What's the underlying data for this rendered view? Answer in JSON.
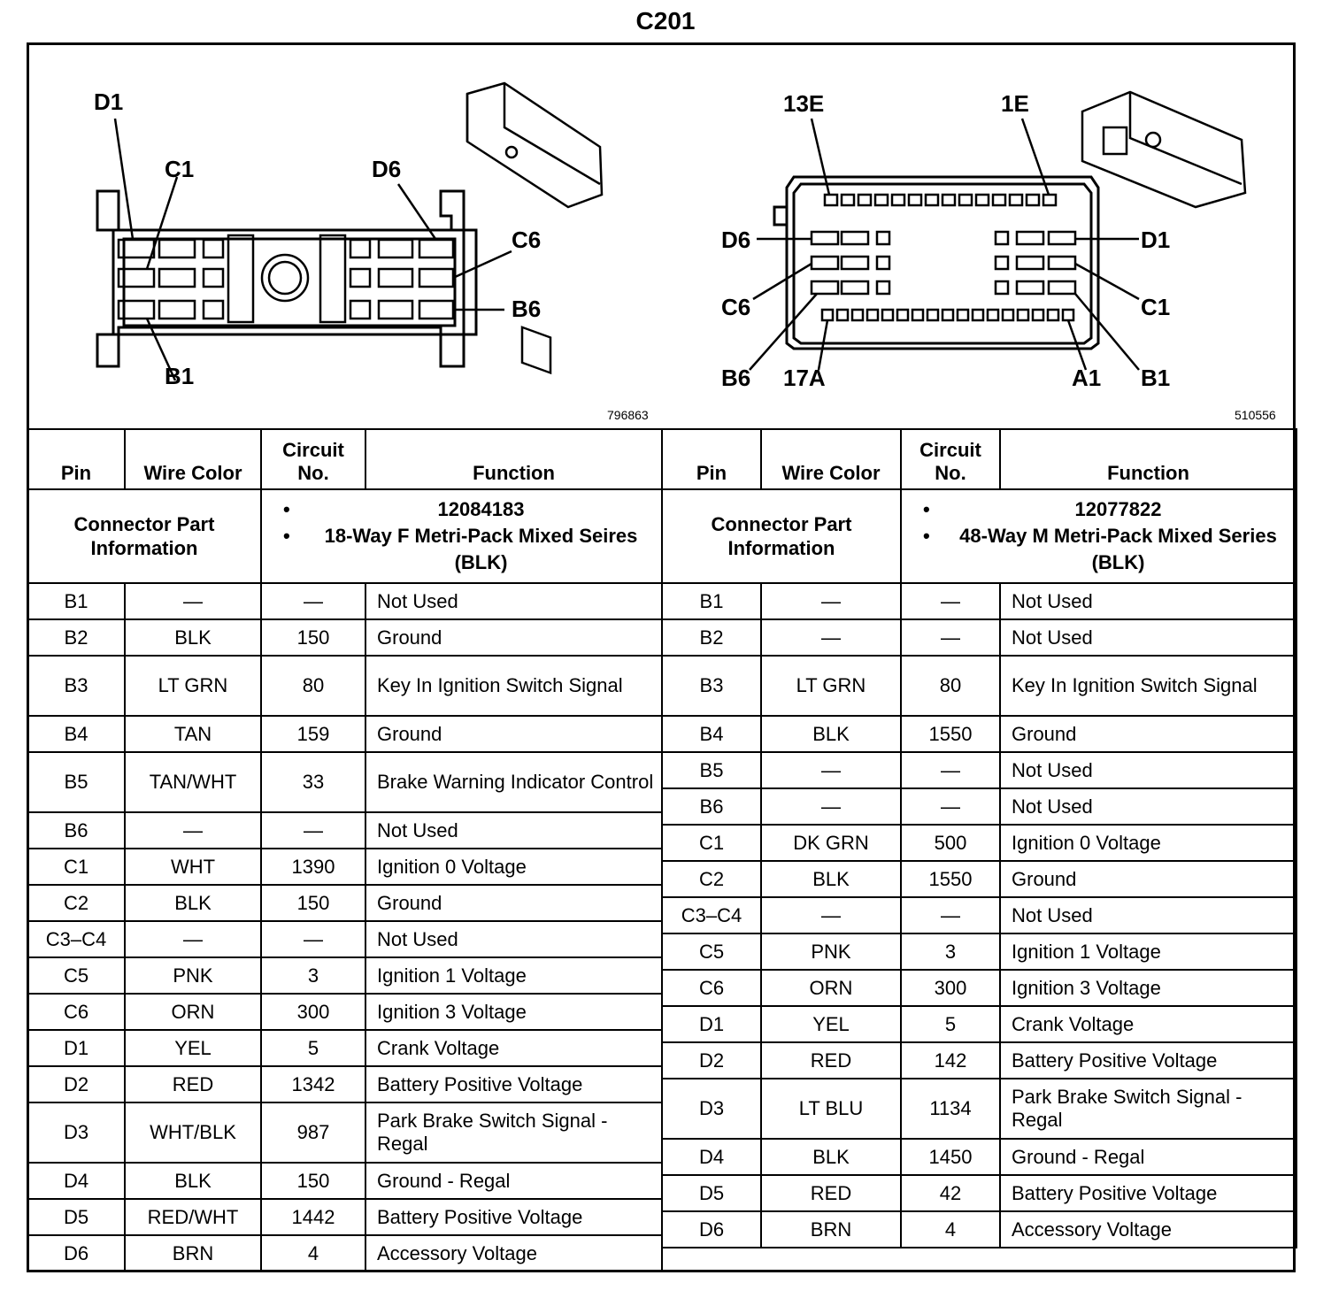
{
  "title": "C201",
  "left": {
    "figure_number": "796863",
    "labels": {
      "d1": "D1",
      "c1": "C1",
      "d6": "D6",
      "c6": "C6",
      "b6": "B6",
      "b1": "B1"
    },
    "connector_info_label": "Connector Part Information",
    "part_info": [
      "12084183",
      "18-Way F Metri-Pack Mixed Seires (BLK)"
    ],
    "headers": {
      "pin": "Pin",
      "wire_color": "Wire Color",
      "circuit_no": "Circuit No.",
      "function": "Function"
    },
    "rows": [
      {
        "pin": "B1",
        "wire": "—",
        "circuit": "—",
        "function": "Not Used"
      },
      {
        "pin": "B2",
        "wire": "BLK",
        "circuit": "150",
        "function": "Ground"
      },
      {
        "pin": "B3",
        "wire": "LT GRN",
        "circuit": "80",
        "function": "Key In Ignition Switch Signal"
      },
      {
        "pin": "B4",
        "wire": "TAN",
        "circuit": "159",
        "function": "Ground"
      },
      {
        "pin": "B5",
        "wire": "TAN/WHT",
        "circuit": "33",
        "function": "Brake Warning Indicator Control"
      },
      {
        "pin": "B6",
        "wire": "—",
        "circuit": "—",
        "function": "Not Used"
      },
      {
        "pin": "C1",
        "wire": "WHT",
        "circuit": "1390",
        "function": "Ignition 0 Voltage"
      },
      {
        "pin": "C2",
        "wire": "BLK",
        "circuit": "150",
        "function": "Ground"
      },
      {
        "pin": "C3–C4",
        "wire": "—",
        "circuit": "—",
        "function": "Not Used"
      },
      {
        "pin": "C5",
        "wire": "PNK",
        "circuit": "3",
        "function": "Ignition 1 Voltage"
      },
      {
        "pin": "C6",
        "wire": "ORN",
        "circuit": "300",
        "function": "Ignition 3 Voltage"
      },
      {
        "pin": "D1",
        "wire": "YEL",
        "circuit": "5",
        "function": "Crank Voltage"
      },
      {
        "pin": "D2",
        "wire": "RED",
        "circuit": "1342",
        "function": "Battery Positive Voltage"
      },
      {
        "pin": "D3",
        "wire": "WHT/BLK",
        "circuit": "987",
        "function": "Park Brake Switch Signal - Regal"
      },
      {
        "pin": "D4",
        "wire": "BLK",
        "circuit": "150",
        "function": "Ground - Regal"
      },
      {
        "pin": "D5",
        "wire": "RED/WHT",
        "circuit": "1442",
        "function": "Battery Positive Voltage"
      },
      {
        "pin": "D6",
        "wire": "BRN",
        "circuit": "4",
        "function": "Accessory Voltage"
      }
    ]
  },
  "right": {
    "figure_number": "510556",
    "labels": {
      "e13": "13E",
      "e1": "1E",
      "d6": "D6",
      "d1": "D1",
      "c6": "C6",
      "c1": "C1",
      "b6": "B6",
      "a17": "17A",
      "a1": "A1",
      "b1": "B1"
    },
    "connector_info_label": "Connector Part Information",
    "part_info": [
      "12077822",
      "48-Way M Metri-Pack Mixed Series (BLK)"
    ],
    "headers": {
      "pin": "Pin",
      "wire_color": "Wire Color",
      "circuit_no": "Circuit No.",
      "function": "Function"
    },
    "rows": [
      {
        "pin": "B1",
        "wire": "—",
        "circuit": "—",
        "function": "Not Used"
      },
      {
        "pin": "B2",
        "wire": "—",
        "circuit": "—",
        "function": "Not Used"
      },
      {
        "pin": "B3",
        "wire": "LT GRN",
        "circuit": "80",
        "function": "Key In Ignition Switch Signal"
      },
      {
        "pin": "B4",
        "wire": "BLK",
        "circuit": "1550",
        "function": "Ground"
      },
      {
        "pin": "B5",
        "wire": "—",
        "circuit": "—",
        "function": "Not Used"
      },
      {
        "pin": "B6",
        "wire": "—",
        "circuit": "—",
        "function": "Not Used"
      },
      {
        "pin": "C1",
        "wire": "DK GRN",
        "circuit": "500",
        "function": "Ignition 0 Voltage"
      },
      {
        "pin": "C2",
        "wire": "BLK",
        "circuit": "1550",
        "function": "Ground"
      },
      {
        "pin": "C3–C4",
        "wire": "—",
        "circuit": "—",
        "function": "Not Used"
      },
      {
        "pin": "C5",
        "wire": "PNK",
        "circuit": "3",
        "function": "Ignition 1 Voltage"
      },
      {
        "pin": "C6",
        "wire": "ORN",
        "circuit": "300",
        "function": "Ignition 3 Voltage"
      },
      {
        "pin": "D1",
        "wire": "YEL",
        "circuit": "5",
        "function": "Crank Voltage"
      },
      {
        "pin": "D2",
        "wire": "RED",
        "circuit": "142",
        "function": "Battery Positive Voltage"
      },
      {
        "pin": "D3",
        "wire": "LT BLU",
        "circuit": "1134",
        "function": "Park Brake Switch Signal - Regal"
      },
      {
        "pin": "D4",
        "wire": "BLK",
        "circuit": "1450",
        "function": "Ground - Regal"
      },
      {
        "pin": "D5",
        "wire": "RED",
        "circuit": "42",
        "function": "Battery Positive Voltage"
      },
      {
        "pin": "D6",
        "wire": "BRN",
        "circuit": "4",
        "function": "Accessory Voltage"
      }
    ]
  }
}
